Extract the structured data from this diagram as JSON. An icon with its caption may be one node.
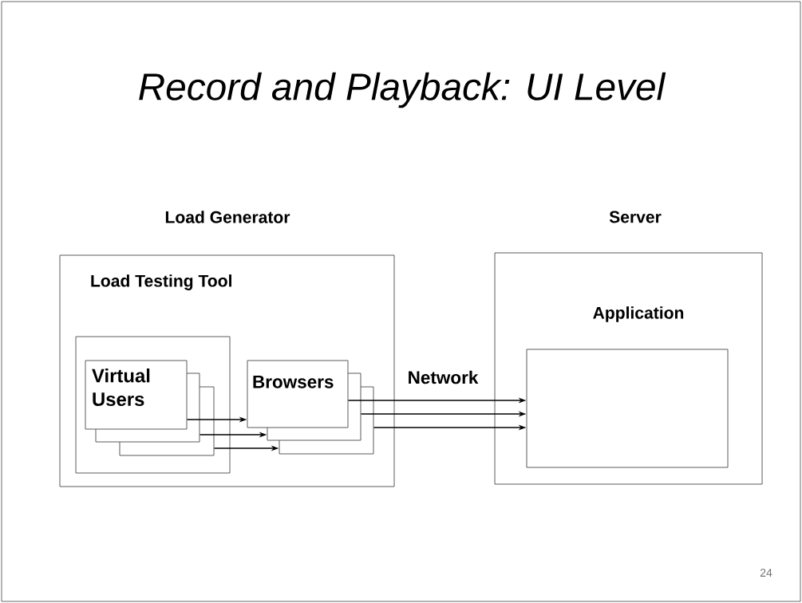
{
  "diagram": {
    "title": "Record and Playback: UI Level",
    "nodes": [
      {
        "text": [
          "Load Generator",
          "Load Testing Tool"
        ]
      },
      {
        "text": [],
        "shape": "box",
        "in": 0
      },
      {
        "text": [
          "Virtual Users"
        ],
        "in": 1
      },
      {
        "text": [
          "Browsers"
        ],
        "in": 0
      },
      {
        "text": [
          "Server"
        ]
      },
      {
        "text": [
          "Application"
        ],
        "in": 4
      }
    ],
    "edges": [
      {
        "from": 2,
        "to": 3,
        "arrow": "to"
      },
      {
        "from": 2,
        "to": 3,
        "arrow": "to"
      },
      {
        "from": 2,
        "to": 3,
        "arrow": "to"
      },
      {
        "from": 3,
        "to": 5,
        "arrow": "to"
      },
      {
        "from": 3,
        "to": 5,
        "arrow": "to"
      },
      {
        "from": 3,
        "to": 5,
        "arrow": "to"
      }
    ],
    "labels": [
      "Network",
      "24"
    ]
  }
}
